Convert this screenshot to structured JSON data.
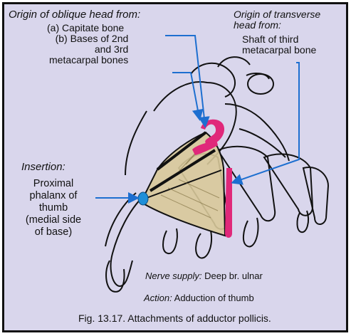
{
  "oblique_head": {
    "heading": "Origin of oblique head from:",
    "item_a": "(a) Capitate bone",
    "item_b_lines": [
      "(b) Bases of 2nd",
      "and 3rd",
      "metacarpal bones"
    ]
  },
  "transverse_head": {
    "heading_lines": [
      "Origin of transverse",
      "head from:"
    ],
    "value_lines": [
      "Shaft of third",
      "metacarpal bone"
    ]
  },
  "insertion": {
    "heading": "Insertion:",
    "value_lines": [
      "Proximal",
      "phalanx of",
      "thumb",
      "(medial side",
      "of base)"
    ]
  },
  "nerve_supply": {
    "label": "Nerve supply:",
    "value": "Deep br. ulnar"
  },
  "action": {
    "label": "Action:",
    "value": "Adduction of thumb"
  },
  "caption": "Fig. 13.17. Attachments of adductor pollicis.",
  "colors": {
    "page_background": "#d9d6ec",
    "muscle_fill": "#d8c99a",
    "origin_marks": "#e0287a",
    "insertion_mark": "#1f8fd8",
    "pointer_arrows": "#1d6fd0",
    "outline": "#111111"
  }
}
